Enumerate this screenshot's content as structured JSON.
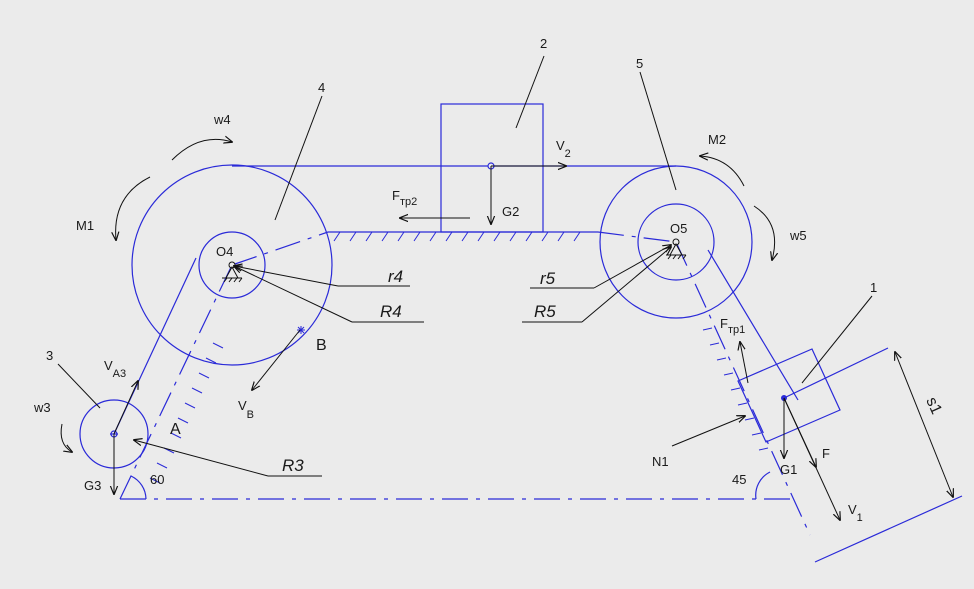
{
  "labels": {
    "n1": "1",
    "n2": "2",
    "n3": "3",
    "n4": "4",
    "n5": "5",
    "w4": "w4",
    "w3": "w3",
    "w5": "w5",
    "M1": "M1",
    "M2": "M2",
    "O4": "O4",
    "O5": "O5",
    "r4": "r4",
    "R4": "R4",
    "r5": "r5",
    "R5": "R5",
    "R3": "R3",
    "A": "A",
    "B": "B",
    "G1": "G1",
    "G2": "G2",
    "G3": "G3",
    "F": "F",
    "N1": "N1",
    "s1": "s1",
    "a60": "60",
    "a45": "45"
  },
  "vectors": {
    "V2": {
      "main": "V",
      "sub": "2"
    },
    "V1": {
      "main": "V",
      "sub": "1"
    },
    "VA3": {
      "main": "V",
      "sub": "A3"
    },
    "VB": {
      "main": "V",
      "sub": "B"
    },
    "Ftp2": {
      "main": "F",
      "sub": "тр2"
    },
    "Ftp1": {
      "main": "F",
      "sub": "тр1"
    }
  },
  "colors": {
    "line": "#2a2ad8",
    "ink": "#111111",
    "background": "#ebebeb"
  }
}
